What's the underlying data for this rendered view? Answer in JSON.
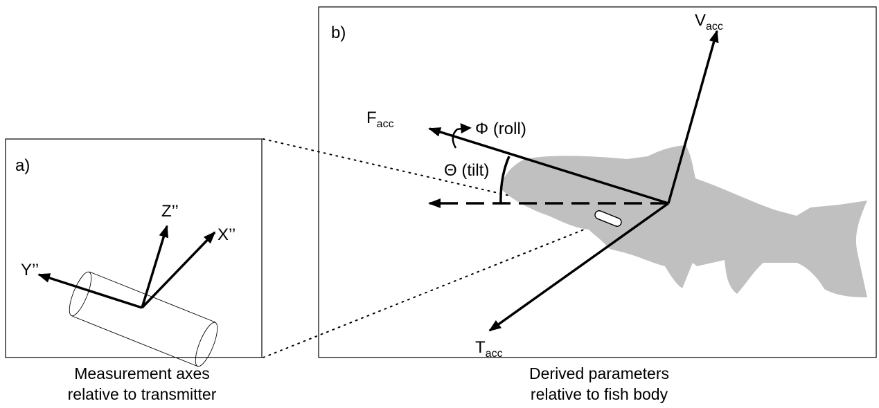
{
  "panel_a": {
    "tag": "a)",
    "axis_z": "Z’’",
    "axis_x": "X’’",
    "axis_y": "Y’’",
    "caption_line1": "Measurement axes",
    "caption_line2": "relative to transmitter"
  },
  "panel_b": {
    "tag": "b)",
    "v_main": "V",
    "v_sub": "acc",
    "f_main": "F",
    "f_sub": "acc",
    "t_main": "T",
    "t_sub": "acc",
    "roll_label": "Φ (roll)",
    "tilt_label": "Θ (tilt)",
    "caption_line1": "Derived parameters",
    "caption_line2": "relative to fish body"
  },
  "colors": {
    "fish": "#c0c0c0",
    "ink": "#000000"
  }
}
